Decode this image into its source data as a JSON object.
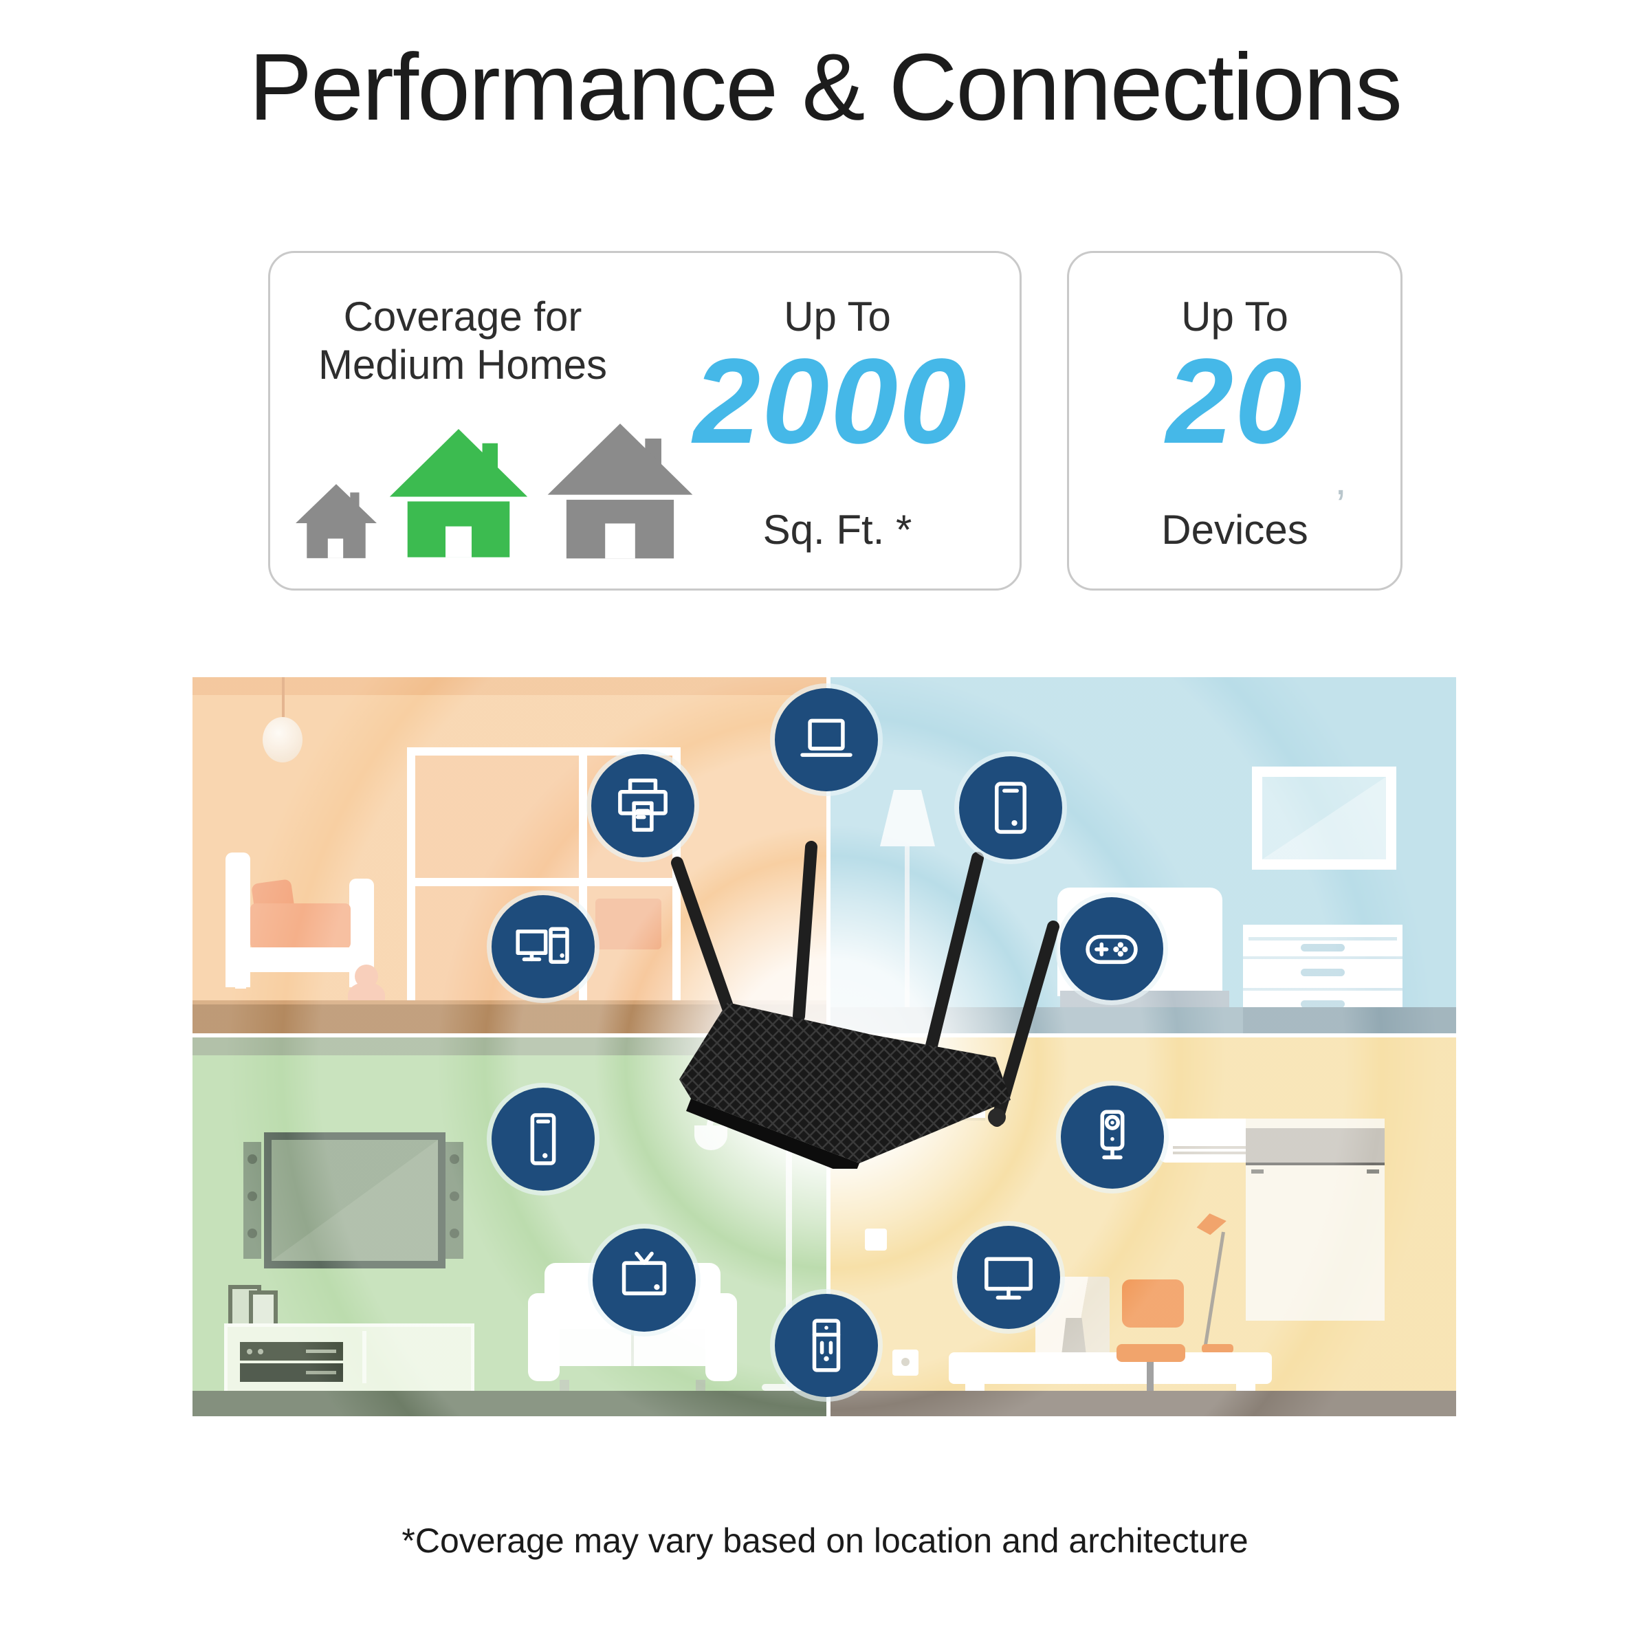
{
  "title": "Performance & Connections",
  "coverage_card": {
    "heading_line1": "Coverage for",
    "heading_line2": "Medium Homes",
    "up_to_label": "Up To",
    "value": "2000",
    "unit_label": "Sq. Ft. *",
    "houses": [
      {
        "size": "small",
        "color": "#8b8b8b"
      },
      {
        "size": "medium",
        "color": "#3cbb50"
      },
      {
        "size": "large",
        "color": "#8b8b8b"
      }
    ]
  },
  "devices_card": {
    "up_to_label": "Up To",
    "value": "20",
    "unit_label": "Devices",
    "stray_mark": "’"
  },
  "accent_color": "#45b8e8",
  "footnote": "*Coverage may vary based on location and architecture",
  "illustration": {
    "router_label": "wireless-router",
    "circle_color": "#1e4c7c",
    "rooms": [
      {
        "name": "bedroom",
        "position": "top-left",
        "theme_color": "#f8cfa2"
      },
      {
        "name": "bedroom",
        "position": "top-right",
        "theme_color": "#b9dde8"
      },
      {
        "name": "living-room",
        "position": "bottom-left",
        "theme_color": "#bcdcae"
      },
      {
        "name": "home-office",
        "position": "bottom-right",
        "theme_color": "#f7e0a8"
      }
    ],
    "connected_devices": [
      "laptop",
      "printer",
      "tablet",
      "desktop-computer",
      "game-controller",
      "smartphone",
      "security-camera",
      "television",
      "monitor",
      "smart-plug"
    ]
  }
}
